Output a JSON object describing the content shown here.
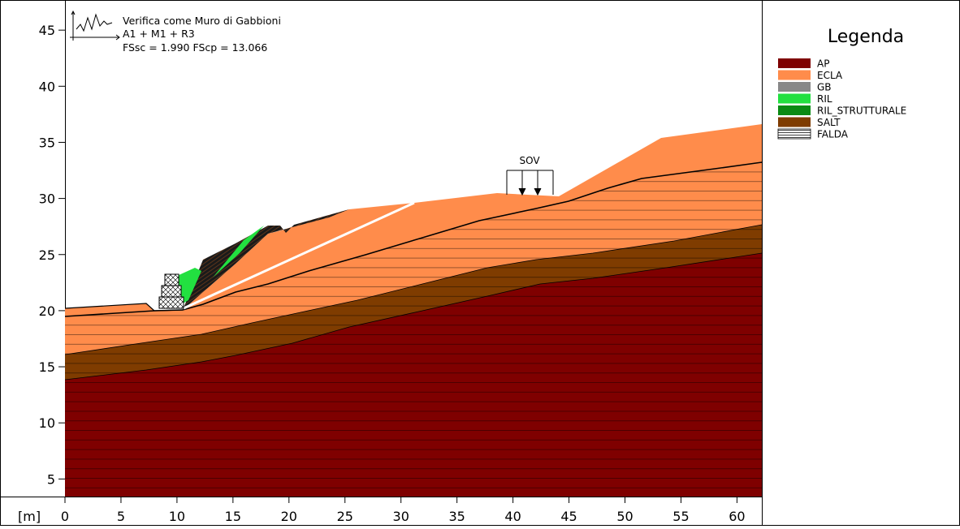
{
  "info": {
    "title": "Verifica come Muro di Gabbioni",
    "combination": "A1 + M1 + R3",
    "factors": "FSsc = 1.990 FScp = 13.066"
  },
  "axes": {
    "unit_label": "[m]",
    "x_ticks": [
      "0",
      "5",
      "10",
      "15",
      "20",
      "25",
      "30",
      "35",
      "40",
      "45",
      "50",
      "55",
      "60"
    ],
    "y_ticks": [
      "45",
      "40",
      "35",
      "30",
      "25",
      "20",
      "15",
      "10",
      "5"
    ]
  },
  "load_label": "SOV",
  "legend": {
    "title": "Legenda",
    "items": [
      {
        "label": "AP",
        "color": "#7f0000",
        "pattern": "solid"
      },
      {
        "label": "ECLA",
        "color": "#ff8c4b",
        "pattern": "solid"
      },
      {
        "label": "GB",
        "color": "#888888",
        "pattern": "solid"
      },
      {
        "label": "RIL",
        "color": "#22e040",
        "pattern": "solid"
      },
      {
        "label": "RIL_STRUTTURALE",
        "color": "#0a8a14",
        "pattern": "solid"
      },
      {
        "label": "SALT",
        "color": "#7f3c00",
        "pattern": "solid"
      },
      {
        "label": "FALDA",
        "color": "#ffffff",
        "pattern": "hatch"
      }
    ]
  }
}
